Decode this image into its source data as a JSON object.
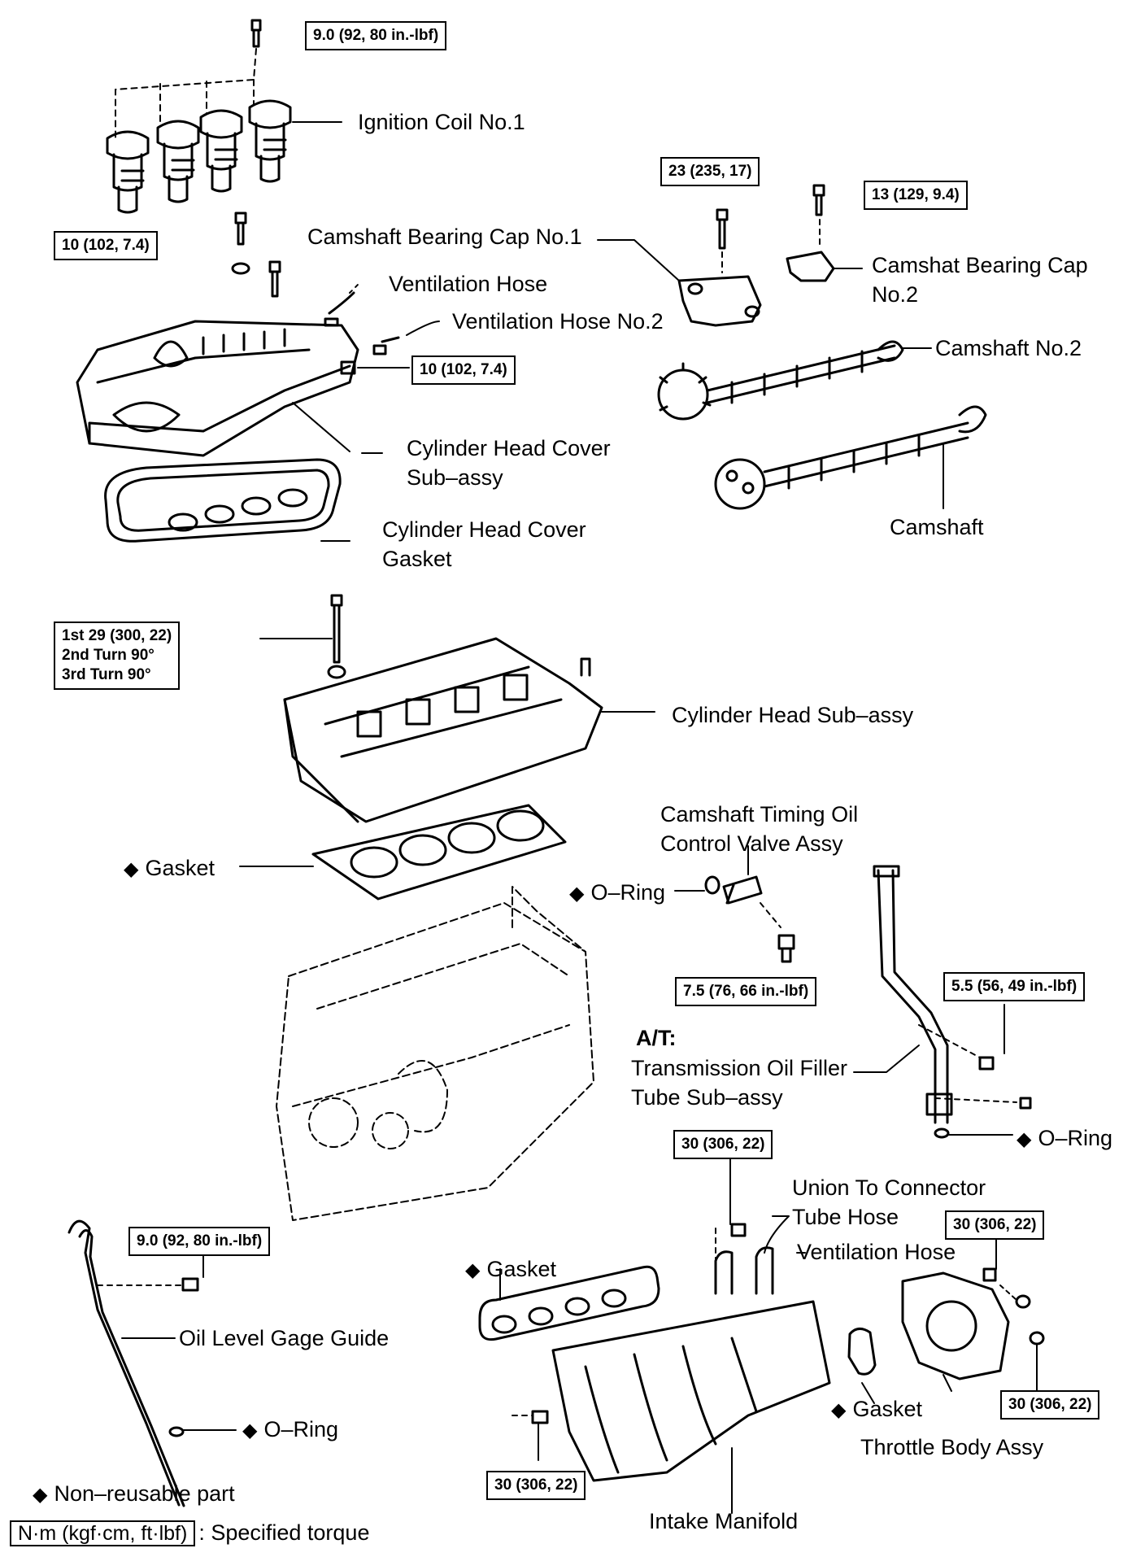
{
  "torque_specs": {
    "coil_bolt": "9.0 (92, 80 in.-lbf)",
    "cam_cap1": "23 (235, 17)",
    "cam_cap2": "13 (129, 9.4)",
    "cover_bolt_left": "10 (102, 7.4)",
    "cover_nut_right": "10 (102, 7.4)",
    "head_bolt": [
      "1st 29 (300, 22)",
      "2nd Turn 90°",
      "3rd Turn 90°"
    ],
    "ocv_bolt": "7.5 (76, 66 in.-lbf)",
    "filler_tube_bolt": "5.5 (56, 49 in.-lbf)",
    "manifold_top": "30 (306, 22)",
    "throttle_upper": "30 (306, 22)",
    "gage_guide_bolt": "9.0 (92, 80 in.-lbf)",
    "throttle_lower": "30 (306, 22)",
    "manifold_bottom": "30 (306, 22)"
  },
  "parts": {
    "ignition_coil": "Ignition Coil No.1",
    "cam_cap1": "Camshaft Bearing Cap No.1",
    "cam_cap2": [
      "Camshat Bearing Cap",
      "No.2"
    ],
    "vent_hose": "Ventilation Hose",
    "vent_hose2": "Ventilation Hose No.2",
    "camshaft2": "Camshaft No.2",
    "head_cover": [
      "Cylinder Head Cover",
      "Sub–assy"
    ],
    "camshaft": "Camshaft",
    "cover_gasket": [
      "Cylinder Head Cover",
      "Gasket"
    ],
    "cyl_head": "Cylinder Head Sub–assy",
    "ocv": [
      "Camshaft Timing Oil",
      "Control Valve Assy"
    ],
    "head_gasket": "Gasket",
    "ocv_oring": "O–Ring",
    "at_prefix": "A/T:",
    "filler_tube": [
      "Transmission Oil Filler",
      "Tube Sub–assy"
    ],
    "filler_oring": "O–Ring",
    "union_hose": [
      "Union To Connector",
      "Tube Hose"
    ],
    "vent_hose_lower": "Ventilation Hose",
    "manifold_gasket": "Gasket",
    "gage_guide": "Oil Level Gage Guide",
    "gage_oring": "O–Ring",
    "throttle_gasket": "Gasket",
    "throttle_body": "Throttle Body Assy",
    "intake_manifold": "Intake Manifold"
  },
  "legend": {
    "nonreusable_symbol": "◆",
    "nonreusable_text": "Non–reusable part",
    "torque_units": "N·m (kgf·cm, ft·lbf)",
    "torque_text": ": Specified torque"
  }
}
